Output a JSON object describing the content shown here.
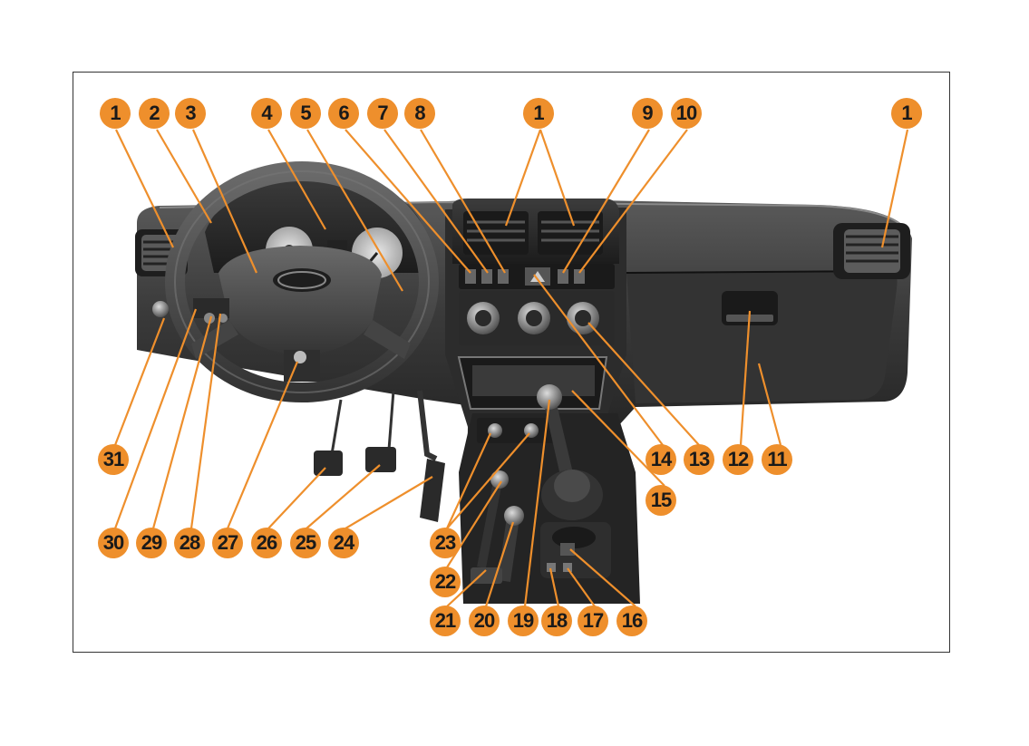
{
  "callouts": {
    "c1a": "1",
    "c2": "2",
    "c3": "3",
    "c4": "4",
    "c5": "5",
    "c6": "6",
    "c7": "7",
    "c8": "8",
    "c1b": "1",
    "c9": "9",
    "c10": "10",
    "c1c": "1",
    "c31": "31",
    "c14": "14",
    "c13": "13",
    "c12": "12",
    "c11": "11",
    "c15": "15",
    "c30": "30",
    "c29": "29",
    "c28": "28",
    "c27": "27",
    "c26": "26",
    "c25": "25",
    "c24": "24",
    "c23": "23",
    "c22": "22",
    "c21": "21",
    "c20": "20",
    "c19": "19",
    "c18": "18",
    "c17": "17",
    "c16": "16"
  },
  "colors": {
    "badge": "#ee8f2c",
    "line": "#ee8f2c",
    "dashboard": "#3a3a3a"
  }
}
